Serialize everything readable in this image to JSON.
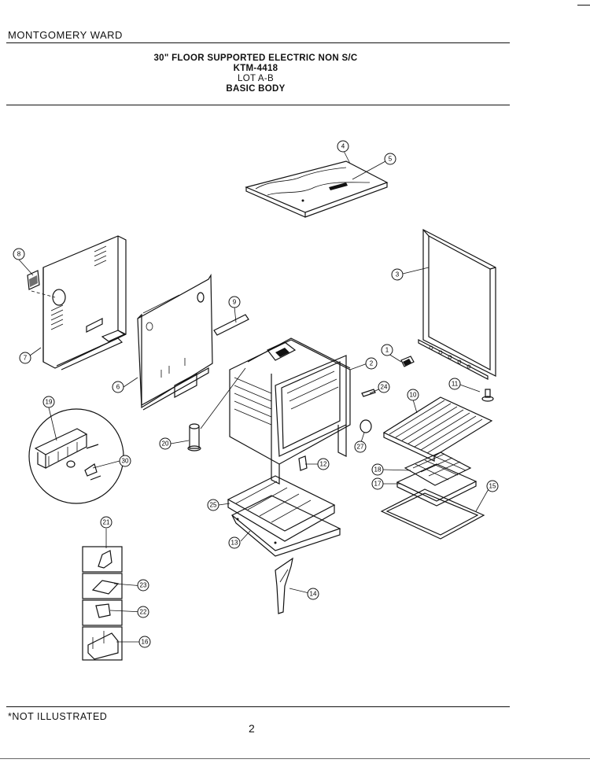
{
  "header": {
    "brand": "MONTGOMERY WARD",
    "title_line1": "30\" FLOOR SUPPORTED ELECTRIC NON S/C",
    "title_line2": "KTM-4418",
    "title_line3": "LOT A-B",
    "title_line4": "BASIC BODY"
  },
  "callouts": {
    "c1": "1",
    "c2": "2",
    "c3": "3",
    "c4": "4",
    "c5": "5",
    "c6": "6",
    "c7": "7",
    "c8": "8",
    "c9": "9",
    "c10": "10",
    "c11": "11",
    "c12": "12",
    "c13": "13",
    "c14": "14",
    "c15": "15",
    "c16": "16",
    "c17": "17",
    "c18": "18",
    "c19": "19",
    "c20": "20",
    "c21": "21",
    "c22": "22",
    "c23": "23",
    "c24": "24",
    "c25": "25",
    "c27": "27",
    "c30": "30"
  },
  "footer": {
    "note": "*NOT ILLUSTRATED",
    "page_number": "2"
  }
}
